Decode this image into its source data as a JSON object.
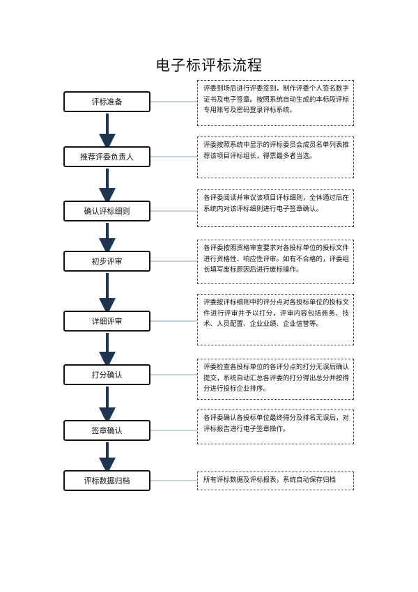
{
  "title": "电子标评标流程",
  "steps": [
    {
      "label": "评标准备",
      "note": "评委到场后进行评委签到，制作评委个人签名数字证书及电子签章。按照系统自动生成的本标段评标专用账号及密码登录评标系统。"
    },
    {
      "label": "推荐评委负责人",
      "note": "评委按照系统中显示的评标委员会成员名单列表推荐该项目评标组长，得票最多者当选。"
    },
    {
      "label": "确认评标细则",
      "note": "各评委阅读并审议该项目评标细则，全体通过后在系统内对该评标细则进行电子签章确认。"
    },
    {
      "label": "初步评审",
      "note": "各评委按照资格审查要求对各投标单位的投标文件进行资格性、响应性评审。如有不合格的，评委组长填写废标原因后进行废标操作。"
    },
    {
      "label": "详细评审",
      "note": "评委按评标细则中的评分点对各投标单位的投标文件进行评审并予以打分，评审内容包括商务、技术、人员配置、企业业绩、企业信誉等。"
    },
    {
      "label": "打分确认",
      "note": "评委检查各投标单位的各评分点的打分无误后确认提交，系统自动汇总各评委的打分得出总分并按得分进行投标企业排序。"
    },
    {
      "label": "签章确认",
      "note": "各评委确认各投标单位最终得分及排名无误后，对评标报告进行电子签章操作。"
    },
    {
      "label": "评标数据归档",
      "note": "所有评标数据及评标报表，系统自动保存归档"
    }
  ],
  "colors": {
    "arrow": "#1f3550",
    "connector": "#8aa3bd",
    "box_border": "#111111",
    "note_border": "#444444"
  }
}
